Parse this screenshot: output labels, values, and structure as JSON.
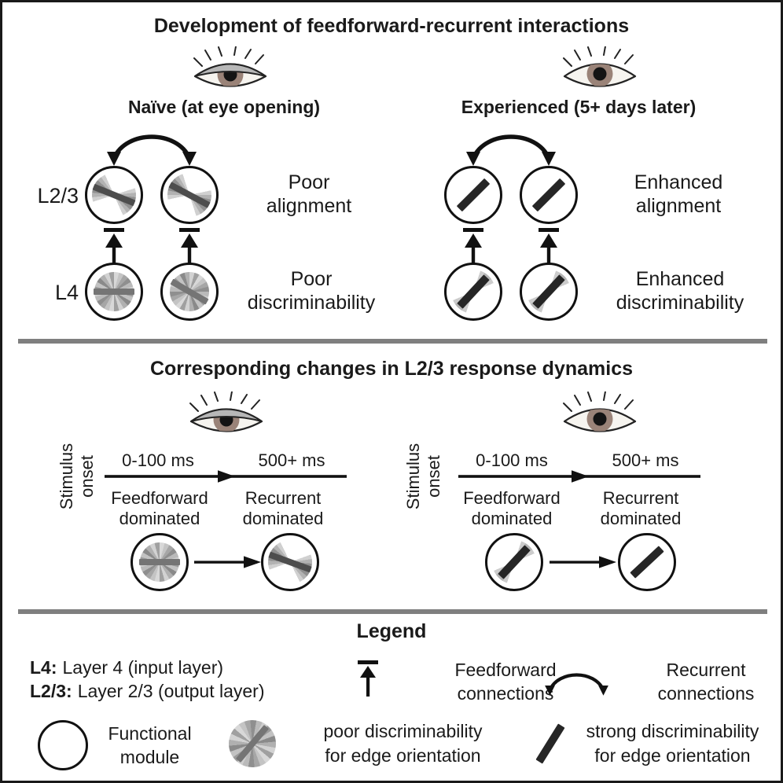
{
  "colors": {
    "ink": "#1a1a1a",
    "divider_gray": "#7f7f7f",
    "eye_iris": "#9a8378",
    "eye_lid": "#b7b7b7",
    "eye_sclera": "#f6f4ef",
    "strong_bar": "#262626",
    "module_fill": "#ffffff"
  },
  "icons": {
    "naive_eye": "half-open-eye",
    "experienced_eye": "open-eye",
    "feedforward": "upward-arrow-with-terminal-bar",
    "recurrent": "curved-double-headed-arrow",
    "functional_module": "empty-circle",
    "poor_discriminability": "gray-pinwheel-disc",
    "strong_discriminability": "dark-diagonal-bar"
  },
  "panel_development": {
    "title": "Development of feedforward-recurrent interactions",
    "naive": {
      "heading": "Naïve (at eye opening)",
      "l23_label": "L2/3",
      "l4_label": "L4",
      "alignment": [
        "Poor",
        "alignment"
      ],
      "discriminability": [
        "Poor",
        "discriminability"
      ]
    },
    "experienced": {
      "heading": "Experienced (5+ days later)",
      "alignment": [
        "Enhanced",
        "alignment"
      ],
      "discriminability": [
        "Enhanced",
        "discriminability"
      ]
    }
  },
  "panel_dynamics": {
    "title": "Corresponding changes in L2/3 response dynamics",
    "stimulus_label": [
      "Stimulus",
      "onset"
    ],
    "early_window": "0-100 ms",
    "late_window": "500+ ms",
    "early_state": [
      "Feedforward",
      "dominated"
    ],
    "late_state": [
      "Recurrent",
      "dominated"
    ]
  },
  "legend": {
    "title": "Legend",
    "l4_term": "L4:",
    "l4_definition": "Layer 4 (input layer)",
    "l23_term": "L2/3:",
    "l23_definition": "Layer 2/3 (output layer)",
    "feedforward": [
      "Feedforward",
      "connections"
    ],
    "recurrent": [
      "Recurrent",
      "connections"
    ],
    "functional_module": [
      "Functional",
      "module"
    ],
    "poor_discriminability": [
      "poor discriminability",
      "for edge orientation"
    ],
    "strong_discriminability": [
      "strong discriminability",
      "for edge orientation"
    ]
  }
}
